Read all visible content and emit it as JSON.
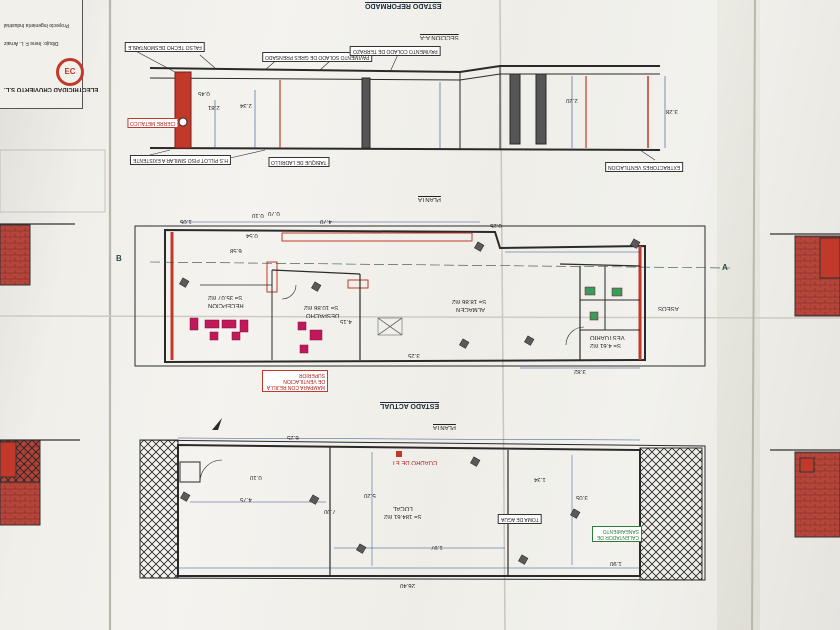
{
  "title_block": {
    "company": "ELECTRICIDAD CRUVIERTO S.L.",
    "logo_letters": "EC",
    "project_line": "Proyecto Ingeniería Industrial",
    "drawn_by": "Dibujo: Irene F. L. Arnaiz"
  },
  "headers": {
    "reformed_state": "ESTADO REFORMADO",
    "section": "SECCION A-A",
    "plan_top": "PLANTA",
    "current_state": "ESTADO ACTUAL",
    "plan_bottom": "PLANTA"
  },
  "section_notes": [
    "FALSO TECHO DESMONTABLE",
    "PAVIMENTO SOLADO DE GRES PRENSADO",
    "PAVIMENTO COLADO DE TERRAZO",
    "TABIQUE DE LADRILLO",
    "H.S PILLOT PISO SIMILAR A EXISTENTE",
    "CIERRE METALICO",
    "EXTRACTORES VENTILACION"
  ],
  "rooms": {
    "reception": "RECEPCION",
    "reception_area": "S= 35.07 m2",
    "office": "DESPACHO",
    "office_area": "S= 10.86 m2",
    "storage": "ALMACEN",
    "storage_area": "S= 18.86 m2",
    "changing": "VESTUARIO",
    "changing_area": "S= 4.61 m2",
    "toilets": "ASEOS",
    "local": "LOCAL",
    "local_area": "S= 184.61 m2"
  },
  "plan_notes": {
    "ventilation": "MAMPARA CON REJILLA DE VENTILACION SUPERIOR",
    "water_heater": "CALENTADOR DE SANEAMIENTO",
    "water_intake": "TOMA DE AGUA",
    "electric_panel": "CUADRO DE ET",
    "left_marker": "B",
    "right_marker": "A"
  },
  "dimensions": {
    "d1": "4.70",
    "d2": "1.05",
    "d3": "0.70",
    "d4": "0.25",
    "d5": "3.25",
    "d6": "6.25",
    "d7": "6.58",
    "d8": "0.54",
    "d9": "0.10",
    "d10": "2.20",
    "d11": "2.34",
    "d12": "4.15",
    "d13": "1.97",
    "d14": "3.82",
    "d15": "2.81",
    "d16": "0.45",
    "d17": "3.28",
    "d18": "26.40",
    "d19": "4.75",
    "d20": "0.10",
    "d21": "7.00",
    "d22": "5.20",
    "d23": "1.34",
    "d24": "3.05",
    "d25": "1.90"
  },
  "colors": {
    "wall": "#2a2a2a",
    "red_element": "#c0392b",
    "furniture": "#c2185b",
    "green_note": "#2f7d3a",
    "blue_dim": "#2b4f8a",
    "brick": "#b5443a"
  }
}
